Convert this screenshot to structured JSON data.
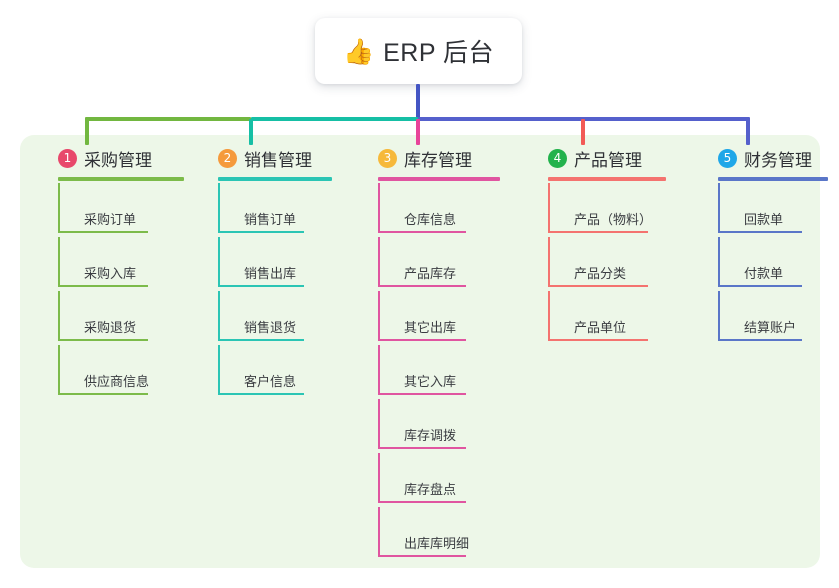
{
  "root": {
    "icon": "thumbs-up-emoji",
    "emoji": "👍",
    "title": "ERP 后台"
  },
  "panel": {
    "background": "#edf7e8"
  },
  "connector": {
    "stem_color": "#4455c4",
    "segments": [
      {
        "name": "green-segment",
        "color": "#72b740"
      },
      {
        "name": "teal-segment",
        "color": "#16bfa5"
      },
      {
        "name": "blue-segment",
        "color": "#5560cc"
      }
    ]
  },
  "columns": [
    {
      "number": "1",
      "title": "采购管理",
      "badge_color": "#e8486b",
      "line_color": "#7cbb4a",
      "drop_color": "#72b740",
      "items": [
        "采购订单",
        "采购入库",
        "采购退货",
        "供应商信息"
      ]
    },
    {
      "number": "2",
      "title": "销售管理",
      "badge_color": "#f59a3c",
      "line_color": "#2bc5b4",
      "drop_color": "#16bfa5",
      "items": [
        "销售订单",
        "销售出库",
        "销售退货",
        "客户信息"
      ]
    },
    {
      "number": "3",
      "title": "库存管理",
      "badge_color": "#f6b93b",
      "line_color": "#e055a0",
      "drop_color": "#e8449a",
      "items": [
        "仓库信息",
        "产品库存",
        "其它出库",
        "其它入库",
        "库存调拨",
        "库存盘点",
        "出库库明细"
      ]
    },
    {
      "number": "4",
      "title": "产品管理",
      "badge_color": "#22b24c",
      "line_color": "#f4736f",
      "drop_color": "#f25a56",
      "items": [
        "产品（物料）",
        "产品分类",
        "产品单位"
      ]
    },
    {
      "number": "5",
      "title": "财务管理",
      "badge_color": "#1fa7e8",
      "line_color": "#5a76c8",
      "drop_color": "#5560cc",
      "items": [
        "回款单",
        "付款单",
        "结算账户"
      ]
    }
  ]
}
